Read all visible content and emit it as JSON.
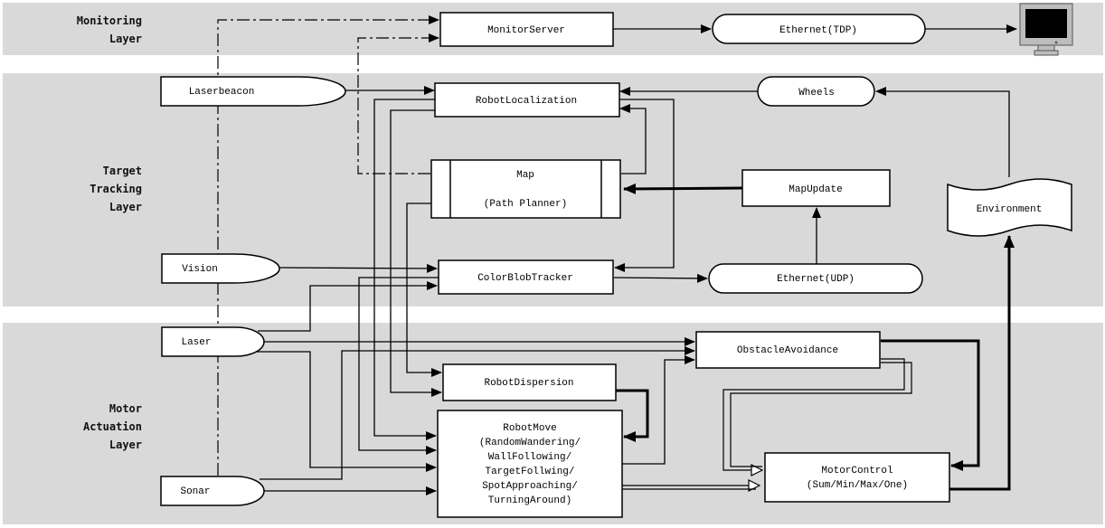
{
  "layers": {
    "monitoring": [
      "Monitoring",
      "Layer"
    ],
    "target_tracking": [
      "Target",
      "Tracking",
      "Layer"
    ],
    "motor_actuation": [
      "Motor",
      "Actuation",
      "Layer"
    ]
  },
  "nodes": {
    "monitor_server": "MonitorServer",
    "ethernet_tdp": "Ethernet(TDP)",
    "laserbeacon": "Laserbeacon",
    "robot_localization": "RobotLocalization",
    "wheels": "Wheels",
    "map": [
      "Map",
      "(Path Planner)"
    ],
    "map_update": "MapUpdate",
    "environment": "Environment",
    "vision": "Vision",
    "color_blob_tracker": "ColorBlobTracker",
    "ethernet_udp": "Ethernet(UDP)",
    "laser": "Laser",
    "obstacle_avoidance": "ObstacleAvoidance",
    "robot_dispersion": "RobotDispersion",
    "robot_move": [
      "RobotMove",
      "(RandomWandering/",
      "WallFollowing/",
      "TargetFollwing/",
      "SpotApproaching/",
      "TurningAround)"
    ],
    "sonar": "Sonar",
    "motor_control": [
      "MotorControl",
      "(Sum/Min/Max/One)"
    ]
  },
  "icons": {
    "monitor": "computer-monitor-icon"
  }
}
